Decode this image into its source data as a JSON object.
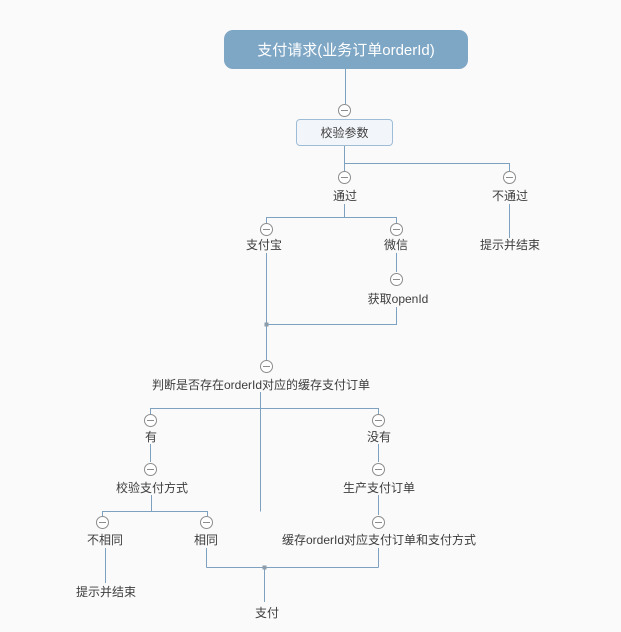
{
  "app": {
    "description": "mind-map flowchart canvas for a payment request flow"
  },
  "colors": {
    "canvas-bg": "#fafafa",
    "root-bg": "#7ea6c5",
    "root-text": "#ffffff",
    "line": "#7fa1c0",
    "box-bg": "#f2f6fa",
    "box-border": "#9fbcd6",
    "icon-border": "#8c8c8c",
    "icon-bg": "#ffffff",
    "text": "#3d3d3d",
    "junction-dot": "#8c9ca9"
  },
  "icons": {
    "collapse": "minus-in-circle"
  },
  "mindmap": {
    "root": {
      "label": "支付请求(业务订单orderId)"
    },
    "nodes": [
      {
        "id": "validate-params",
        "label": "校验参数"
      },
      {
        "id": "pass",
        "label": "通过"
      },
      {
        "id": "fail",
        "label": "不通过"
      },
      {
        "id": "alipay",
        "label": "支付宝"
      },
      {
        "id": "wechat",
        "label": "微信"
      },
      {
        "id": "fail-end",
        "label": "提示并结束"
      },
      {
        "id": "get-openid",
        "label": "获取openId"
      },
      {
        "id": "check-cached-order",
        "label": "判断是否存在orderId对应的缓存支付订单"
      },
      {
        "id": "has",
        "label": "有"
      },
      {
        "id": "has-not",
        "label": "没有"
      },
      {
        "id": "verify-pay-method",
        "label": "校验支付方式"
      },
      {
        "id": "create-pay-order",
        "label": "生产支付订单"
      },
      {
        "id": "not-same",
        "label": "不相同"
      },
      {
        "id": "same",
        "label": "相同"
      },
      {
        "id": "cache-pay-order",
        "label": "缓存orderId对应支付订单和支付方式"
      },
      {
        "id": "not-same-end",
        "label": "提示并结束"
      },
      {
        "id": "pay",
        "label": "支付"
      }
    ]
  }
}
